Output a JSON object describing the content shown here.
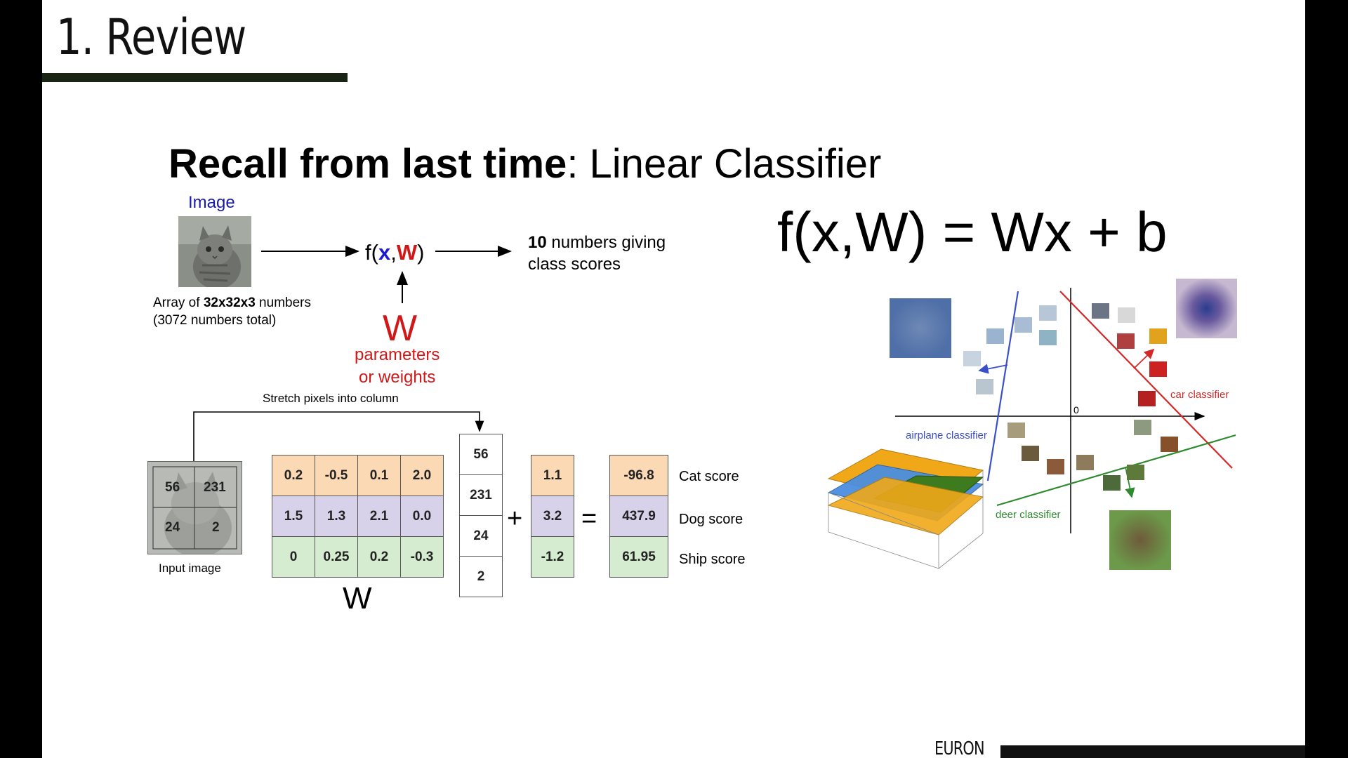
{
  "slide": {
    "title": "1. Review",
    "heading_bold": "Recall from last time",
    "heading_rest": ": Linear Classifier",
    "formula": "f(x,W) = Wx + b",
    "footer": "EURON"
  },
  "top_diagram": {
    "image_label": "Image",
    "array_line1_pre": "Array of ",
    "array_line1_bold": "32x32x3",
    "array_line1_post": " numbers",
    "array_line2": "(3072 numbers total)",
    "function_f": "f(",
    "function_x": "x",
    "function_comma": ",",
    "function_w": "W",
    "function_close": ")",
    "output_bold": "10",
    "output_line1_rest": " numbers giving",
    "output_line2": "class scores",
    "w_symbol": "W",
    "w_desc_line1": "parameters",
    "w_desc_line2": "or weights"
  },
  "bottom_diagram": {
    "stretch_label": "Stretch pixels into column",
    "input_caption": "Input image",
    "input_pixels": [
      "56",
      "231",
      "24",
      "2"
    ],
    "weights": [
      [
        "0.2",
        "-0.5",
        "0.1",
        "2.0"
      ],
      [
        "1.5",
        "1.3",
        "2.1",
        "0.0"
      ],
      [
        "0",
        "0.25",
        "0.2",
        "-0.3"
      ]
    ],
    "w_label": "W",
    "column": [
      "56",
      "231",
      "24",
      "2"
    ],
    "plus": "+",
    "bias": [
      "1.1",
      "3.2",
      "-1.2"
    ],
    "equals": "=",
    "scores": [
      "-96.8",
      "437.9",
      "61.95"
    ],
    "score_labels": [
      "Cat score",
      "Dog score",
      "Ship score"
    ]
  },
  "classifier_plot": {
    "car_label": "car classifier",
    "airplane_label": "airplane classifier",
    "deer_label": "deer classifier",
    "origin_label": "0",
    "colors": {
      "airplane": "#3a4fc8",
      "car": "#d42828",
      "deer": "#2e8a2e"
    }
  }
}
